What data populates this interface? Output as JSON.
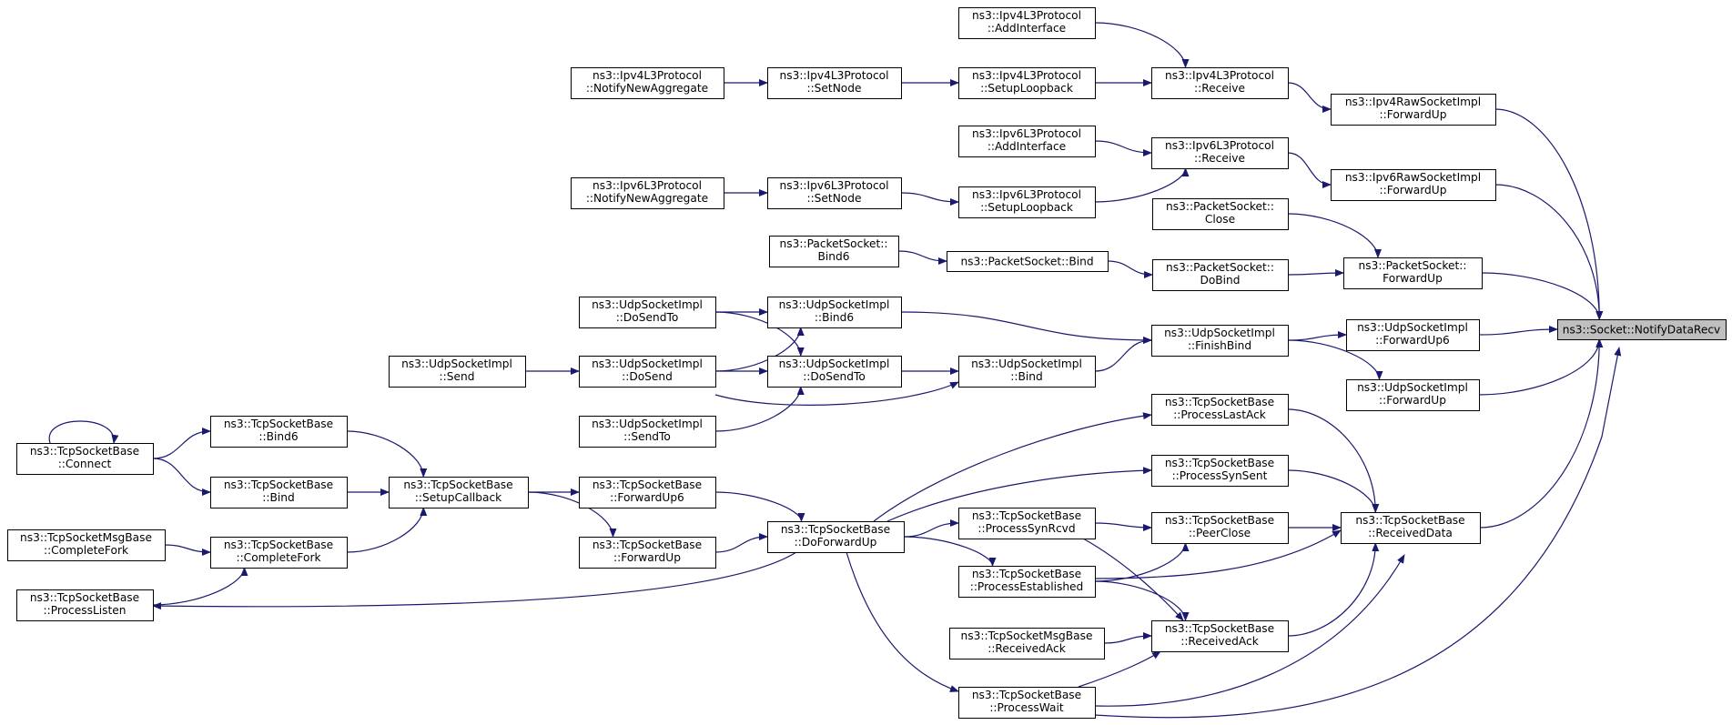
{
  "diagram": {
    "root": "root",
    "nodes": [
      {
        "id": "root",
        "lines": [
          "ns3::Socket::NotifyDataRecv"
        ],
        "root": true
      },
      {
        "id": "ipv4raw",
        "lines": [
          "ns3::Ipv4RawSocketImpl",
          "::ForwardUp"
        ]
      },
      {
        "id": "ipv6raw",
        "lines": [
          "ns3::Ipv6RawSocketImpl",
          "::ForwardUp"
        ]
      },
      {
        "id": "pkt_fwd",
        "lines": [
          "ns3::PacketSocket::",
          "ForwardUp"
        ]
      },
      {
        "id": "udp_fwd6",
        "lines": [
          "ns3::UdpSocketImpl",
          "::ForwardUp6"
        ]
      },
      {
        "id": "udp_fwd",
        "lines": [
          "ns3::UdpSocketImpl",
          "::ForwardUp"
        ]
      },
      {
        "id": "tcp_recvdata",
        "lines": [
          "ns3::TcpSocketBase",
          "::ReceivedData"
        ]
      },
      {
        "id": "ipv4_recv",
        "lines": [
          "ns3::Ipv4L3Protocol",
          "::Receive"
        ]
      },
      {
        "id": "ipv6_recv",
        "lines": [
          "ns3::Ipv6L3Protocol",
          "::Receive"
        ]
      },
      {
        "id": "pkt_close",
        "lines": [
          "ns3::PacketSocket::",
          "Close"
        ]
      },
      {
        "id": "pkt_dobind",
        "lines": [
          "ns3::PacketSocket::",
          "DoBind"
        ]
      },
      {
        "id": "udp_finishbind",
        "lines": [
          "ns3::UdpSocketImpl",
          "::FinishBind"
        ]
      },
      {
        "id": "tcp_lastack",
        "lines": [
          "ns3::TcpSocketBase",
          "::ProcessLastAck"
        ]
      },
      {
        "id": "tcp_synsent",
        "lines": [
          "ns3::TcpSocketBase",
          "::ProcessSynSent"
        ]
      },
      {
        "id": "tcp_peerclose",
        "lines": [
          "ns3::TcpSocketBase",
          "::PeerClose"
        ]
      },
      {
        "id": "tcp_recvack",
        "lines": [
          "ns3::TcpSocketBase",
          "::ReceivedAck"
        ]
      },
      {
        "id": "ipv4_addif",
        "lines": [
          "ns3::Ipv4L3Protocol",
          "::AddInterface"
        ]
      },
      {
        "id": "ipv4_setuplo",
        "lines": [
          "ns3::Ipv4L3Protocol",
          "::SetupLoopback"
        ]
      },
      {
        "id": "ipv6_addif",
        "lines": [
          "ns3::Ipv6L3Protocol",
          "::AddInterface"
        ]
      },
      {
        "id": "ipv6_setuplo",
        "lines": [
          "ns3::Ipv6L3Protocol",
          "::SetupLoopback"
        ]
      },
      {
        "id": "pkt_bind",
        "lines": [
          "ns3::PacketSocket::Bind"
        ]
      },
      {
        "id": "udp_bind",
        "lines": [
          "ns3::UdpSocketImpl",
          "::Bind"
        ]
      },
      {
        "id": "tcp_synrcvd",
        "lines": [
          "ns3::TcpSocketBase",
          "::ProcessSynRcvd"
        ]
      },
      {
        "id": "tcp_established",
        "lines": [
          "ns3::TcpSocketBase",
          "::ProcessEstablished"
        ]
      },
      {
        "id": "tcpmsg_recvack",
        "lines": [
          "ns3::TcpSocketMsgBase",
          "::ReceivedAck"
        ]
      },
      {
        "id": "tcp_wait",
        "lines": [
          "ns3::TcpSocketBase",
          "::ProcessWait"
        ]
      },
      {
        "id": "ipv4_setnode",
        "lines": [
          "ns3::Ipv4L3Protocol",
          "::SetNode"
        ]
      },
      {
        "id": "ipv6_setnode",
        "lines": [
          "ns3::Ipv6L3Protocol",
          "::SetNode"
        ]
      },
      {
        "id": "pkt_bind6",
        "lines": [
          "ns3::PacketSocket::",
          "Bind6"
        ]
      },
      {
        "id": "udp_bind6",
        "lines": [
          "ns3::UdpSocketImpl",
          "::Bind6"
        ]
      },
      {
        "id": "udp_dosendto",
        "lines": [
          "ns3::UdpSocketImpl",
          "::DoSendTo"
        ]
      },
      {
        "id": "tcp_fwdup6",
        "lines": [
          "ns3::TcpSocketBase",
          "::ForwardUp6"
        ]
      },
      {
        "id": "tcp_fwdup",
        "lines": [
          "ns3::TcpSocketBase",
          "::ForwardUp"
        ]
      },
      {
        "id": "tcp_doforwardup",
        "lines": [
          "ns3::TcpSocketBase",
          "::DoForwardUp"
        ]
      },
      {
        "id": "ipv4_notify",
        "lines": [
          "ns3::Ipv4L3Protocol",
          "::NotifyNewAggregate"
        ]
      },
      {
        "id": "ipv6_notify",
        "lines": [
          "ns3::Ipv6L3Protocol",
          "::NotifyNewAggregate"
        ]
      },
      {
        "id": "udp_dosendto_l",
        "lines": [
          "ns3::UdpSocketImpl",
          "::DoSendTo"
        ]
      },
      {
        "id": "udp_dosend",
        "lines": [
          "ns3::UdpSocketImpl",
          "::DoSend"
        ]
      },
      {
        "id": "udp_sendto",
        "lines": [
          "ns3::UdpSocketImpl",
          "::SendTo"
        ]
      },
      {
        "id": "tcp_setupcb",
        "lines": [
          "ns3::TcpSocketBase",
          "::SetupCallback"
        ]
      },
      {
        "id": "udp_send",
        "lines": [
          "ns3::UdpSocketImpl",
          "::Send"
        ]
      },
      {
        "id": "tcp_bind6",
        "lines": [
          "ns3::TcpSocketBase",
          "::Bind6"
        ]
      },
      {
        "id": "tcp_bind",
        "lines": [
          "ns3::TcpSocketBase",
          "::Bind"
        ]
      },
      {
        "id": "tcp_completefork",
        "lines": [
          "ns3::TcpSocketBase",
          "::CompleteFork"
        ]
      },
      {
        "id": "tcp_connect",
        "lines": [
          "ns3::TcpSocketBase",
          "::Connect"
        ]
      },
      {
        "id": "tcpmsg_completefork",
        "lines": [
          "ns3::TcpSocketMsgBase",
          "::CompleteFork"
        ]
      },
      {
        "id": "tcp_listen",
        "lines": [
          "ns3::TcpSocketBase",
          "::ProcessListen"
        ]
      }
    ],
    "edges": [
      {
        "from": "ipv4raw",
        "to": "root"
      },
      {
        "from": "ipv6raw",
        "to": "root"
      },
      {
        "from": "pkt_fwd",
        "to": "root"
      },
      {
        "from": "udp_fwd6",
        "to": "root"
      },
      {
        "from": "udp_fwd",
        "to": "root"
      },
      {
        "from": "tcp_recvdata",
        "to": "root"
      },
      {
        "from": "tcp_wait",
        "to": "root"
      },
      {
        "from": "ipv4_recv",
        "to": "ipv4raw"
      },
      {
        "from": "ipv6_recv",
        "to": "ipv6raw"
      },
      {
        "from": "pkt_close",
        "to": "pkt_fwd"
      },
      {
        "from": "pkt_dobind",
        "to": "pkt_fwd"
      },
      {
        "from": "udp_finishbind",
        "to": "udp_fwd6"
      },
      {
        "from": "udp_finishbind",
        "to": "udp_fwd"
      },
      {
        "from": "tcp_lastack",
        "to": "tcp_recvdata"
      },
      {
        "from": "tcp_synsent",
        "to": "tcp_recvdata"
      },
      {
        "from": "tcp_peerclose",
        "to": "tcp_recvdata"
      },
      {
        "from": "tcp_recvack",
        "to": "tcp_recvdata"
      },
      {
        "from": "tcp_established",
        "to": "tcp_recvdata"
      },
      {
        "from": "tcp_wait",
        "to": "tcp_recvdata"
      },
      {
        "from": "ipv4_addif",
        "to": "ipv4_recv"
      },
      {
        "from": "ipv4_setuplo",
        "to": "ipv4_recv"
      },
      {
        "from": "ipv6_addif",
        "to": "ipv6_recv"
      },
      {
        "from": "ipv6_setuplo",
        "to": "ipv6_recv"
      },
      {
        "from": "pkt_bind",
        "to": "pkt_dobind"
      },
      {
        "from": "udp_bind",
        "to": "udp_finishbind"
      },
      {
        "from": "udp_bind6",
        "to": "udp_finishbind"
      },
      {
        "from": "tcp_synrcvd",
        "to": "tcp_peerclose"
      },
      {
        "from": "tcp_established",
        "to": "tcp_peerclose"
      },
      {
        "from": "tcp_synrcvd",
        "to": "tcp_recvack"
      },
      {
        "from": "tcp_established",
        "to": "tcp_recvack"
      },
      {
        "from": "tcpmsg_recvack",
        "to": "tcp_recvack"
      },
      {
        "from": "tcp_wait",
        "to": "tcp_recvack"
      },
      {
        "from": "ipv4_setnode",
        "to": "ipv4_setuplo"
      },
      {
        "from": "ipv6_setnode",
        "to": "ipv6_setuplo"
      },
      {
        "from": "pkt_bind6",
        "to": "pkt_bind"
      },
      {
        "from": "udp_dosendto",
        "to": "udp_bind"
      },
      {
        "from": "udp_dosend",
        "to": "udp_bind"
      },
      {
        "from": "udp_dosendto_l",
        "to": "udp_bind6"
      },
      {
        "from": "udp_dosend",
        "to": "udp_bind6"
      },
      {
        "from": "udp_dosendto_l",
        "to": "udp_dosendto"
      },
      {
        "from": "udp_dosend",
        "to": "udp_dosendto"
      },
      {
        "from": "udp_sendto",
        "to": "udp_dosendto"
      },
      {
        "from": "tcp_doforwardup",
        "to": "tcp_lastack"
      },
      {
        "from": "tcp_doforwardup",
        "to": "tcp_synsent"
      },
      {
        "from": "tcp_doforwardup",
        "to": "tcp_synrcvd"
      },
      {
        "from": "tcp_doforwardup",
        "to": "tcp_established"
      },
      {
        "from": "tcp_doforwardup",
        "to": "tcp_wait"
      },
      {
        "from": "tcp_doforwardup",
        "to": "tcp_listen"
      },
      {
        "from": "tcp_fwdup6",
        "to": "tcp_doforwardup"
      },
      {
        "from": "tcp_fwdup",
        "to": "tcp_doforwardup"
      },
      {
        "from": "ipv4_notify",
        "to": "ipv4_setnode"
      },
      {
        "from": "ipv6_notify",
        "to": "ipv6_setnode"
      },
      {
        "from": "udp_send",
        "to": "udp_dosend"
      },
      {
        "from": "tcp_setupcb",
        "to": "tcp_fwdup6"
      },
      {
        "from": "tcp_setupcb",
        "to": "tcp_fwdup"
      },
      {
        "from": "tcp_bind6",
        "to": "tcp_setupcb"
      },
      {
        "from": "tcp_bind",
        "to": "tcp_setupcb"
      },
      {
        "from": "tcp_completefork",
        "to": "tcp_setupcb"
      },
      {
        "from": "tcp_connect",
        "to": "tcp_bind6"
      },
      {
        "from": "tcp_connect",
        "to": "tcp_bind"
      },
      {
        "from": "tcp_connect",
        "to": "tcp_connect"
      },
      {
        "from": "tcpmsg_completefork",
        "to": "tcp_completefork"
      },
      {
        "from": "tcp_listen",
        "to": "tcp_completefork"
      }
    ],
    "colors": {
      "edge": "#191970",
      "root_fill": "#bfbfbf",
      "node_fill": "#ffffff",
      "border": "#000000"
    }
  }
}
